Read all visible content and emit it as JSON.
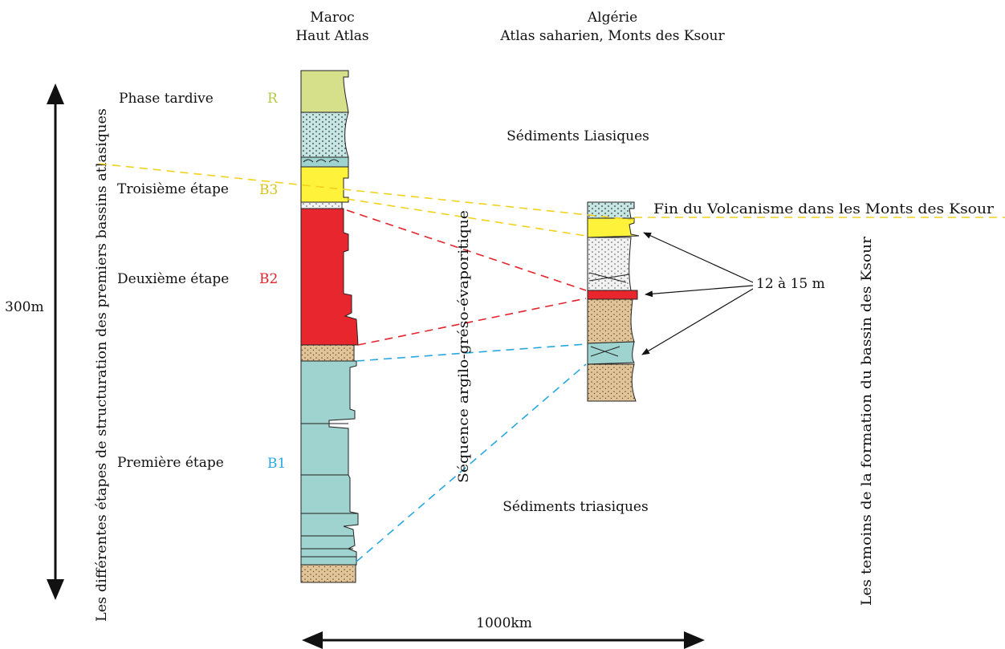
{
  "titles": {
    "maroc_line1": "Maroc",
    "maroc_line2": "Haut Atlas",
    "algerie_line1": "Algérie",
    "algerie_line2": "Atlas saharien, Monts des Ksour"
  },
  "labels": {
    "sediments_liasiques": "Sédiments Liasiques",
    "sediments_triasiques": "Sédiments triasiques",
    "sequence": "Séquence argilo-gréso-évaporitique",
    "fin_volcanisme": "Fin du Volcanisme dans les Monts des Ksour",
    "thickness": "12 à 15 m",
    "vertical_left": "Les différentes étapes de structuration des premiers bassins atlasiques",
    "vertical_right": "Les temoins de la formation du bassin des Ksour",
    "scale_vertical": "300m",
    "scale_horizontal": "1000km"
  },
  "stages": [
    {
      "name": "Phase tardive",
      "code": "R",
      "color": "#b5c84a"
    },
    {
      "name": "Troisième étape",
      "code": "B3",
      "color": "#d8c21a"
    },
    {
      "name": "Deuxième étape",
      "code": "B2",
      "color": "#e2242b"
    },
    {
      "name": "Première étape",
      "code": "B1",
      "color": "#29a8e0"
    }
  ],
  "colors": {
    "lime": "#d6df8a",
    "teal": "#9fd3cf",
    "yellow": "#fff23a",
    "red": "#e8262d",
    "sand": "#e0c49a",
    "dashed_yellow": "#f0d21e",
    "dashed_red": "#e2242b",
    "dashed_blue": "#29a8e0"
  }
}
